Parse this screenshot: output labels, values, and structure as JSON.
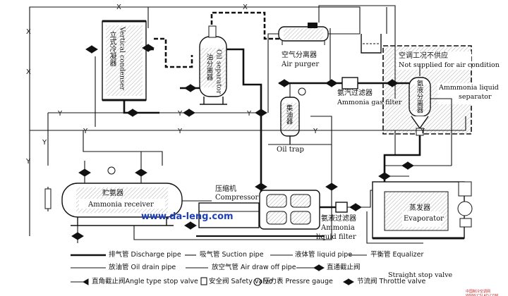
{
  "labels": {
    "vertical_condenser_zh": "立式冷凝器",
    "vertical_condenser_en": "Vertical condenser",
    "oil_separator_zh": "油分离器",
    "oil_separator_en": "Oil separator",
    "air_purger_zh": "空气分离器",
    "air_purger_en": "Air purger",
    "not_supplied_zh": "空调工况不供应",
    "not_supplied_en": "Not supplied for air condition",
    "ammonia_gas_filter_zh": "氨汽过滤器",
    "ammonia_gas_filter_en": "Ammonia gas filter",
    "liquid_separator_zh": "氨液分离器",
    "liquid_separator_en1": "Ammmonia liquid",
    "liquid_separator_en2": "separator",
    "oil_trap_zh": "集油器",
    "oil_trap_en": "Oil trap",
    "receiver_zh": "贮氨器",
    "receiver_en": "Ammonia receiver",
    "compressor_zh": "压缩机",
    "compressor_en": "Compressor",
    "liquid_filter_zh": "氨液过滤器",
    "liquid_filter_en1": "Ammonia",
    "liquid_filter_en2": "liquid filter",
    "evaporator_zh": "蒸发器",
    "evaporator_en": "Evaporator",
    "watermark": "www.da-leng.com",
    "corner_logo": "中国制冷空调网 WWW.CSLAD.COM"
  },
  "legend": {
    "discharge": "排气管 Discharge pipe",
    "suction": "吸气管 Suction pipe",
    "liquid": "液体管 liquid pipe",
    "equalizer": "平衡管 Equalizer",
    "oil_drain": "放油管 Oil drain pipe",
    "air_draw": "放空气管 Air draw off pipe",
    "straight_stop_zh": "直通截止阀",
    "straight_stop_en": "Straight stop valve",
    "angle_valve": "直角截止阀Angle type stop valve",
    "safety_valve": "安全阀 Safety valve",
    "gauge": "压力表 Pressre gauge",
    "throttle": "节流阀 Throttle valve"
  }
}
